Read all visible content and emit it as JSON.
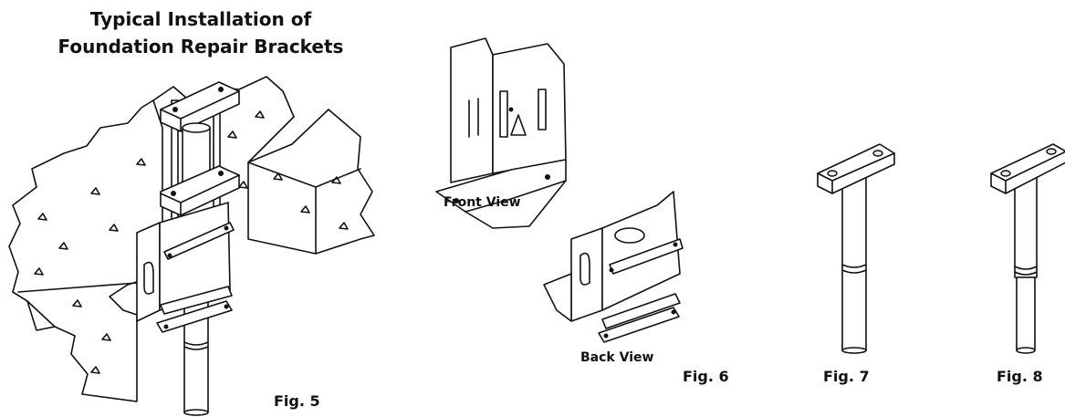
{
  "title": {
    "line1": "Typical Installation of",
    "line2": "Foundation Repair Brackets"
  },
  "labels": {
    "front_view": "Front View",
    "back_view": "Back View"
  },
  "figures": {
    "fig5": "Fig. 5",
    "fig6": "Fig. 6",
    "fig7": "Fig. 7",
    "fig8": "Fig. 8"
  }
}
